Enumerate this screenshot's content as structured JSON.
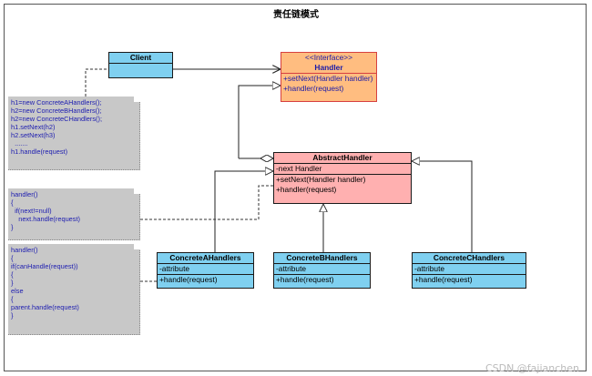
{
  "diagram": {
    "title": "责任链模式",
    "client": {
      "name": "Client"
    },
    "handler": {
      "stereotype": "<<Interface>>",
      "name": "Handler",
      "methods": [
        "+setNext(Handler handler)",
        "+handler(request)"
      ]
    },
    "abstract_handler": {
      "name": "AbstractHandler",
      "attributes": [
        "-next Handler"
      ],
      "methods": [
        "+setNext(Handler handler)",
        "+handler(request)"
      ]
    },
    "concrete": [
      {
        "name": "ConcreteAHandlers",
        "attribute": "-attribute",
        "method": "+handle(request)"
      },
      {
        "name": "ConcreteBHandlers",
        "attribute": "-attribute",
        "method": "+handle(request)"
      },
      {
        "name": "ConcreteCHandlers",
        "attribute": "-attribute",
        "method": "+handle(request)"
      }
    ],
    "notes": [
      [
        "h1=new ConcreteAHandlers();",
        "h2=new ConcreteBHandlers();",
        "h2=new ConcreteCHandlers();",
        "",
        "h1.setNext(h2)",
        "h2.setNext(h3)",
        "  .......",
        "h1.handle(request)"
      ],
      [
        "handler()",
        "{",
        "  if(next!=null)",
        "    next.handle(request)",
        "}"
      ],
      [
        "handler()",
        "{",
        "",
        "if(canHandle(request))",
        "{",
        "",
        "}",
        "else",
        "{",
        "parent.handle(request)",
        "}"
      ]
    ]
  },
  "watermark": "CSDN @fajianchen",
  "colors": {
    "concrete_fill": "#7fd0f0",
    "interface_fill": "#ffbd80",
    "abstract_fill": "#ffb0b0",
    "note_fill": "#c8c8c8",
    "note_text": "#1c1cb0"
  }
}
